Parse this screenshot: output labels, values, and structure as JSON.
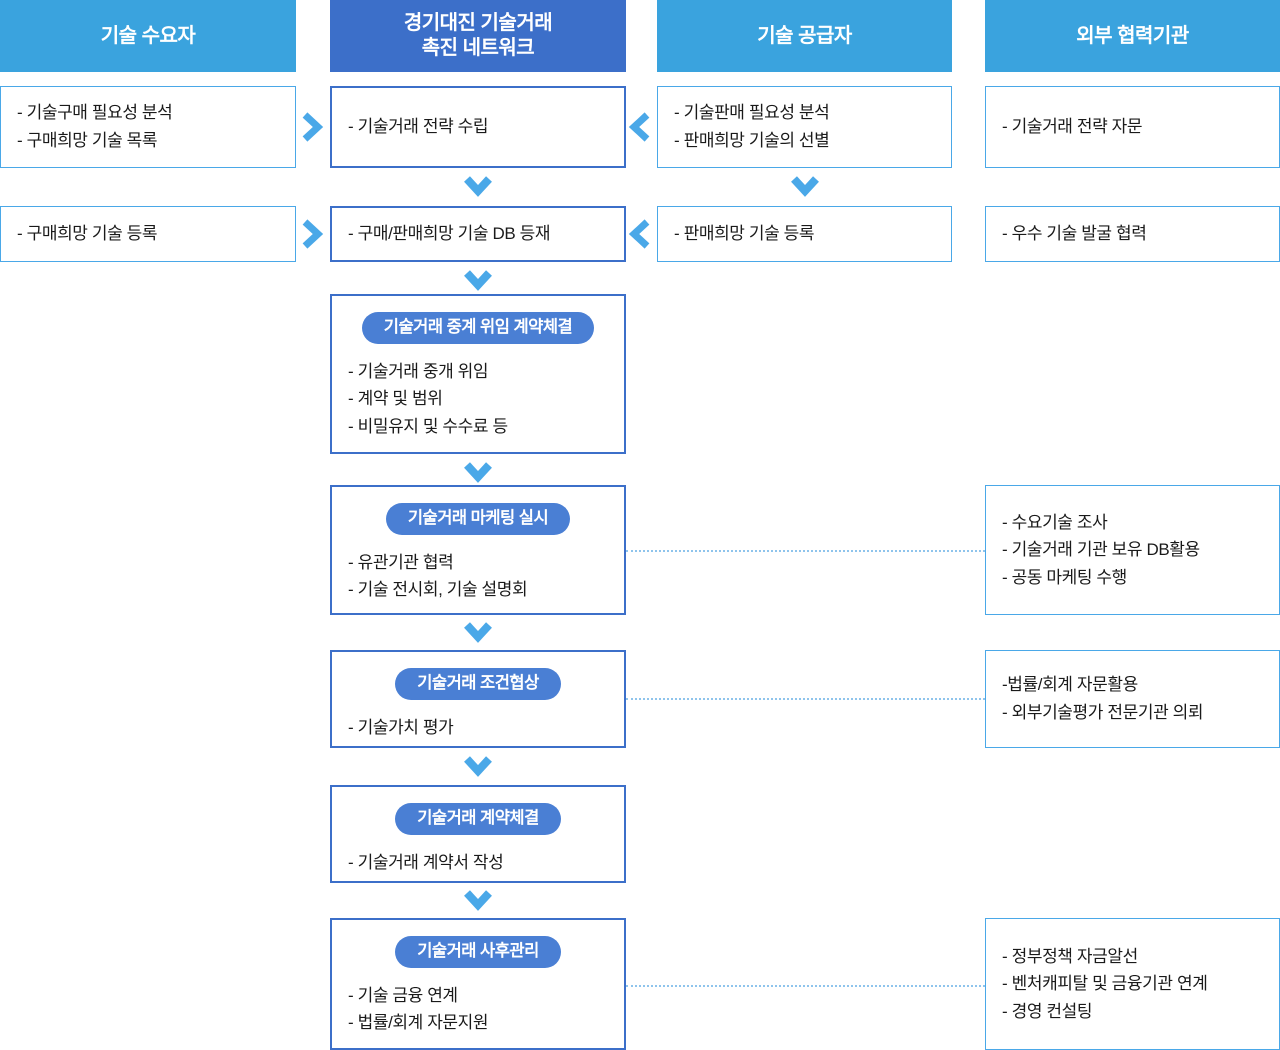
{
  "columns": [
    {
      "id": "demander",
      "title": "기술 수요자",
      "style": "light"
    },
    {
      "id": "network",
      "title": "경기대진 기술거래\n촉진 네트워크",
      "style": "dark"
    },
    {
      "id": "supplier",
      "title": "기술 공급자",
      "style": "light"
    },
    {
      "id": "partner",
      "title": "외부 협력기관",
      "style": "light"
    }
  ],
  "demander": {
    "box1": {
      "lines": [
        "- 기술구매 필요성 분석",
        "- 구매희망 기술 목록"
      ]
    },
    "box2": {
      "lines": [
        "- 구매희망 기술 등록"
      ]
    }
  },
  "supplier": {
    "box1": {
      "lines": [
        "- 기술판매 필요성 분석",
        "- 판매희망 기술의 선별"
      ]
    },
    "box2": {
      "lines": [
        "- 판매희망 기술 등록"
      ]
    }
  },
  "partner": {
    "box1": {
      "lines": [
        "- 기술거래 전략 자문"
      ]
    },
    "box2": {
      "lines": [
        "- 우수 기술 발굴 협력"
      ]
    },
    "box3": {
      "lines": [
        "- 수요기술 조사",
        "- 기술거래 기관 보유 DB활용",
        "- 공동 마케팅 수행"
      ]
    },
    "box4": {
      "lines": [
        "-법률/회계 자문활용",
        "- 외부기술평가 전문기관 의뢰"
      ]
    },
    "box5": {
      "lines": [
        "- 정부정책 자금알선",
        "- 벤처캐피탈 및 금융기관 연계",
        "- 경영 컨설팅"
      ]
    }
  },
  "network": {
    "step1": {
      "pill": null,
      "lines": [
        "- 기술거래 전략 수립"
      ]
    },
    "step2": {
      "pill": null,
      "lines": [
        "- 구매/판매희망 기술 DB 등재"
      ]
    },
    "step3": {
      "pill": "기술거래 중계 위임 계약체결",
      "lines": [
        "- 기술거래 중개 위임",
        "- 계약 및 범위",
        "- 비밀유지 및 수수료 등"
      ]
    },
    "step4": {
      "pill": "기술거래 마케팅 실시",
      "lines": [
        "- 유관기관 협력",
        "- 기술 전시회, 기술 설명회"
      ]
    },
    "step5": {
      "pill": "기술거래 조건협상",
      "lines": [
        "- 기술가치 평가"
      ]
    },
    "step6": {
      "pill": "기술거래 계약체결",
      "lines": [
        "- 기술거래 계약서 작성"
      ]
    },
    "step7": {
      "pill": "기술거래 사후관리",
      "lines": [
        "- 기술 금융 연계",
        "- 법률/회계 자문지원"
      ]
    }
  },
  "icons": {
    "chevron_right": "chevron-right-icon",
    "chevron_left": "chevron-left-icon",
    "chevron_down": "chevron-down-icon",
    "dotted_connector": "dotted-connector-line"
  },
  "colors": {
    "header_light": "#3aa3de",
    "header_dark": "#3c6fc9",
    "box_border": "#4aa8e8",
    "pill_bg": "#4a7fd4",
    "arrow": "#4aa8e8",
    "dotted": "#8fc4ec",
    "text": "#1a1a1a"
  }
}
